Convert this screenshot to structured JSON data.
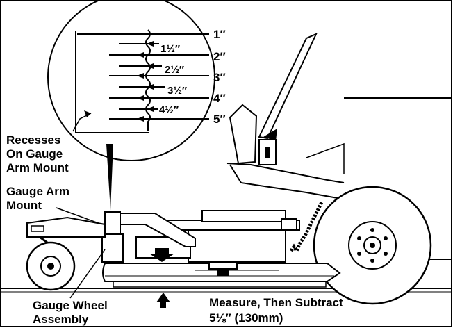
{
  "scale": {
    "marks": [
      {
        "value": "1″"
      },
      {
        "value": "1½″"
      },
      {
        "value": "2″"
      },
      {
        "value": "2½″"
      },
      {
        "value": "3″"
      },
      {
        "value": "3½″"
      },
      {
        "value": "4″"
      },
      {
        "value": "4½″"
      },
      {
        "value": "5″"
      }
    ]
  },
  "labels": {
    "recesses": [
      "Recesses",
      "On Gauge",
      "Arm Mount"
    ],
    "gauge_arm_mount": [
      "Gauge Arm",
      "Mount"
    ],
    "gauge_wheel": [
      "Gauge Wheel",
      "Assembly"
    ],
    "measure": [
      "Measure, Then Subtract",
      "5⅛″ (130mm)"
    ]
  }
}
